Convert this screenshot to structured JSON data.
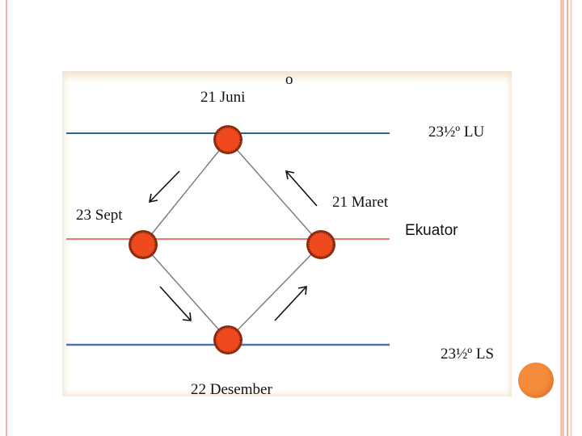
{
  "diagram": {
    "labels": {
      "june": "21 Juni",
      "march": "21 Maret",
      "sept": "23 Sept",
      "december": "22 Desember",
      "north_tropic": "23½º LU",
      "equator": "Ekuator",
      "south_tropic": "23½º LS",
      "small_mark": "o"
    },
    "colors": {
      "north_line": "#2a6a90",
      "equator_line": "#f07868",
      "south_line": "#4a74b8",
      "sun_fill": "#ee4a1e",
      "sun_rays": "#8a2a10",
      "slide_accent": "#f58c3c"
    },
    "icons": [
      "sun-icon",
      "arrow-icon"
    ]
  }
}
